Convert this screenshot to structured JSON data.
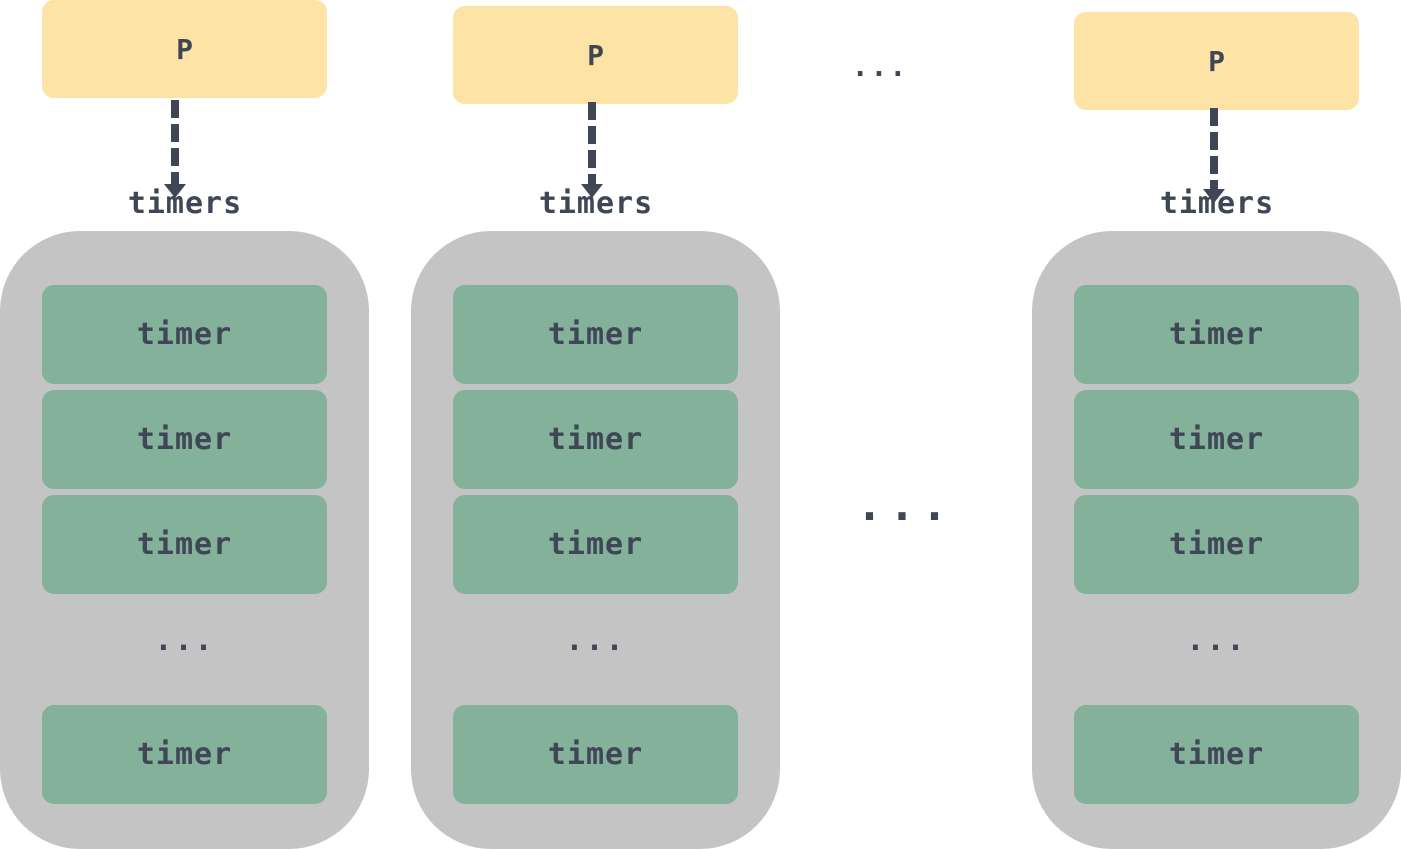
{
  "columns": [
    {
      "p_label": "P",
      "timers_label": "timers",
      "timers": [
        "timer",
        "timer",
        "timer"
      ],
      "ellipsis": "...",
      "last_timer": "timer"
    },
    {
      "p_label": "P",
      "timers_label": "timers",
      "timers": [
        "timer",
        "timer",
        "timer"
      ],
      "ellipsis": "...",
      "last_timer": "timer"
    },
    {
      "p_label": "P",
      "timers_label": "timers",
      "timers": [
        "timer",
        "timer",
        "timer"
      ],
      "ellipsis": "...",
      "last_timer": "timer"
    }
  ],
  "top_ellipsis": "...",
  "middle_ellipsis": "...",
  "colors": {
    "p_box": "#fde3a5",
    "timer_box": "#83b19a",
    "container": "#c4c4c4",
    "text": "#3f4756"
  }
}
